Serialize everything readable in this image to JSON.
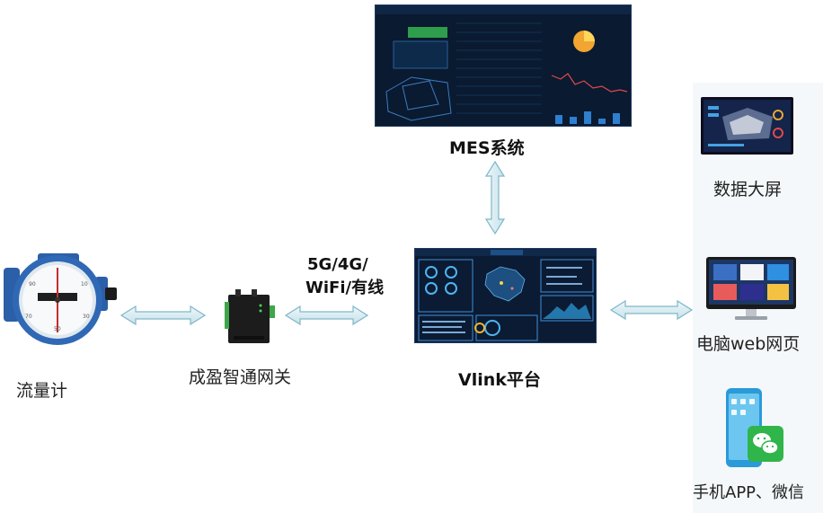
{
  "nodes": {
    "flowmeter": {
      "label": "流量计"
    },
    "gateway": {
      "label": "成盈智通网关"
    },
    "network": {
      "line1": "5G/4G/",
      "line2": "WiFi/有线"
    },
    "platform": {
      "label": "Vlink平台"
    },
    "mes": {
      "label": "MES系统"
    },
    "bigscreen": {
      "label": "数据大屏"
    },
    "pcweb": {
      "label": "电脑web网页"
    },
    "mobile": {
      "label": "手机APP、微信"
    }
  },
  "colors": {
    "arrow_fill": "#d7ecf1",
    "arrow_stroke": "#7fb7c8",
    "meter_blue": "#2b5fa8",
    "screen_bg": "#0b1b33"
  }
}
